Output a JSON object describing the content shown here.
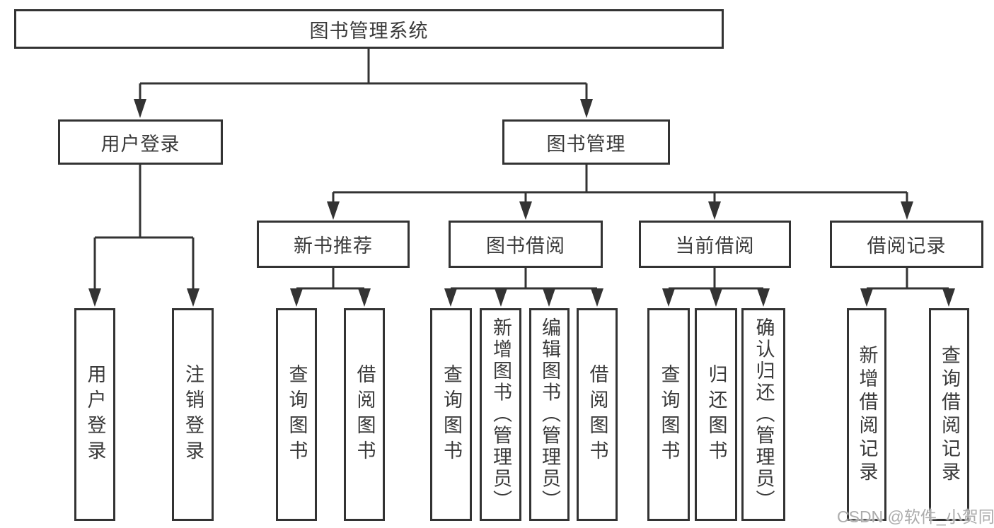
{
  "watermark": "CSDN @软件_小贺同学",
  "colors": {
    "line": "#333333",
    "box_border": "#333333",
    "box_bg": "#ffffff",
    "text": "#3a3a3a",
    "watermark": "#acacac"
  },
  "tree": {
    "label": "图书管理系统",
    "children": [
      {
        "label": "用户登录",
        "children": [
          {
            "label": "用户登录"
          },
          {
            "label": "注销登录"
          }
        ]
      },
      {
        "label": "图书管理",
        "children": [
          {
            "label": "新书推荐",
            "children": [
              {
                "label": "查询图书"
              },
              {
                "label": "借阅图书"
              }
            ]
          },
          {
            "label": "图书借阅",
            "children": [
              {
                "label": "查询图书"
              },
              {
                "label": "新增图书（管理员）"
              },
              {
                "label": "编辑图书（管理员）"
              },
              {
                "label": "借阅图书"
              }
            ]
          },
          {
            "label": "当前借阅",
            "children": [
              {
                "label": "查询图书"
              },
              {
                "label": "归还图书"
              },
              {
                "label": "确认归还（管理员）"
              }
            ]
          },
          {
            "label": "借阅记录",
            "children": [
              {
                "label": "新增借阅记录"
              },
              {
                "label": "查询借阅记录"
              }
            ]
          }
        ]
      }
    ]
  }
}
